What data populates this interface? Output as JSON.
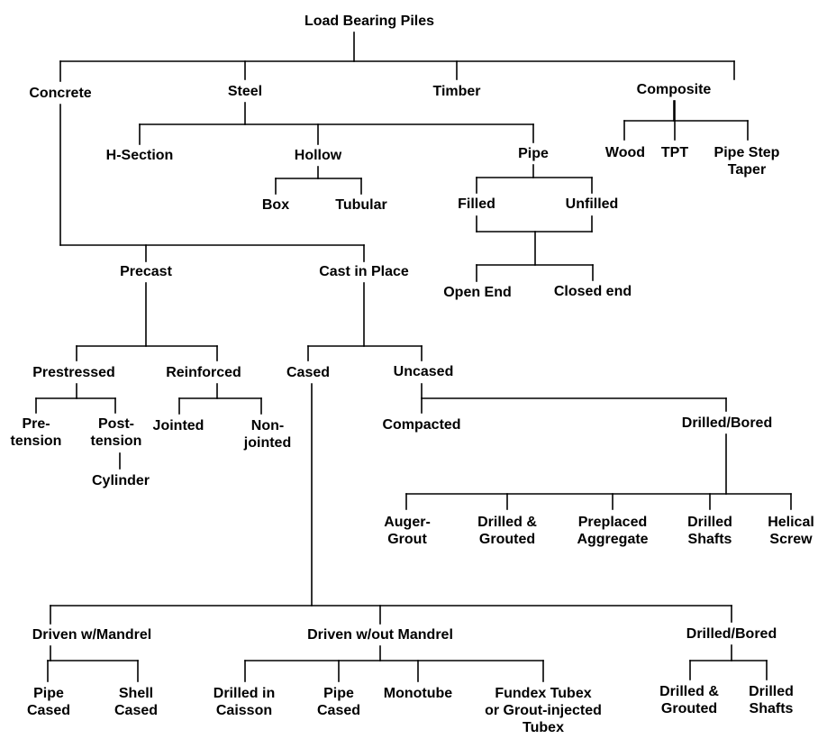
{
  "title": "Load Bearing Piles",
  "nodes": {
    "concrete": [
      "Concrete"
    ],
    "steel": [
      "Steel"
    ],
    "timber": [
      "Timber"
    ],
    "composite": [
      "Composite"
    ],
    "h_section": [
      "H-Section"
    ],
    "hollow": [
      "Hollow"
    ],
    "box": [
      "Box"
    ],
    "tubular": [
      "Tubular"
    ],
    "pipe": [
      "Pipe"
    ],
    "filled": [
      "Filled"
    ],
    "unfilled": [
      "Unfilled"
    ],
    "open_end": [
      "Open End"
    ],
    "closed_end": [
      "Closed end"
    ],
    "wood": [
      "Wood"
    ],
    "tpt": [
      "TPT"
    ],
    "pipe_step_taper": [
      "Pipe Step",
      "Taper"
    ],
    "precast": [
      "Precast"
    ],
    "cast_in_place": [
      "Cast in Place"
    ],
    "prestressed": [
      "Prestressed"
    ],
    "reinforced": [
      "Reinforced"
    ],
    "pre_tension": [
      "Pre-",
      "tension"
    ],
    "post_tension": [
      "Post-",
      "tension"
    ],
    "cylinder": [
      "Cylinder"
    ],
    "jointed": [
      "Jointed"
    ],
    "non_jointed": [
      "Non-",
      "jointed"
    ],
    "cased": [
      "Cased"
    ],
    "uncased": [
      "Uncased"
    ],
    "compacted": [
      "Compacted"
    ],
    "drilled_bored_uncased": [
      "Drilled/Bored"
    ],
    "auger_grout": [
      "Auger-",
      "Grout"
    ],
    "drilled_grouted_uncased": [
      "Drilled &",
      "Grouted"
    ],
    "preplaced_aggregate": [
      "Preplaced",
      "Aggregate"
    ],
    "drilled_shafts_uncased": [
      "Drilled",
      "Shafts"
    ],
    "helical_screw": [
      "Helical",
      "Screw"
    ],
    "driven_with_mandrel": [
      "Driven w/Mandrel"
    ],
    "driven_without_mandrel": [
      "Driven w/out Mandrel"
    ],
    "drilled_bored_cased": [
      "Drilled/Bored"
    ],
    "pipe_cased_mandrel": [
      "Pipe",
      "Cased"
    ],
    "shell_cased": [
      "Shell",
      "Cased"
    ],
    "drilled_in_caisson": [
      "Drilled in",
      "Caisson"
    ],
    "pipe_cased_no_mandrel": [
      "Pipe",
      "Cased"
    ],
    "monotube": [
      "Monotube"
    ],
    "fundex_tubex": [
      "Fundex Tubex",
      "or Grout-injected",
      "Tubex"
    ],
    "drilled_grouted_cased": [
      "Drilled &",
      "Grouted"
    ],
    "drilled_shafts_cased": [
      "Drilled",
      "Shafts"
    ]
  }
}
